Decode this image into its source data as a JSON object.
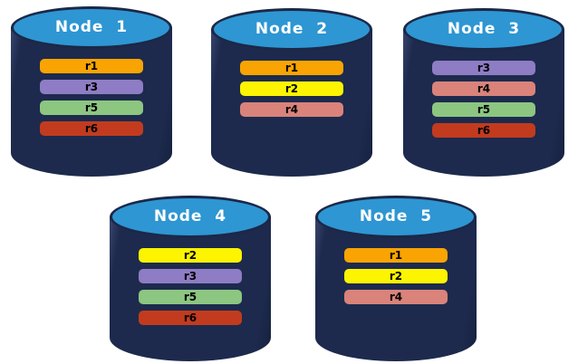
{
  "diagram": {
    "background": "#ffffff",
    "colors": {
      "cylinder_body": "#1D2A4D",
      "cylinder_body_highlight": "#3A466F",
      "cylinder_body_shadow": "#15213E",
      "cylinder_top_fill": "#2E96D3",
      "cylinder_outline": "#1B2847",
      "node_label_color": "#FFFFFF",
      "replica_label_color": "#000000"
    },
    "replica_colors": {
      "r1": "#F9A402",
      "r2": "#FCF400",
      "r3": "#8E7CC4",
      "r4": "#D9837B",
      "r5": "#8CC681",
      "r6": "#C23B1E"
    },
    "nodes": [
      {
        "label": "Node  1",
        "replicas": [
          "r1",
          "r3",
          "r5",
          "r6"
        ]
      },
      {
        "label": "Node  2",
        "replicas": [
          "r1",
          "r2",
          "r4"
        ]
      },
      {
        "label": "Node  3",
        "replicas": [
          "r3",
          "r4",
          "r5",
          "r6"
        ]
      },
      {
        "label": "Node  4",
        "replicas": [
          "r2",
          "r3",
          "r5",
          "r6"
        ]
      },
      {
        "label": "Node  5",
        "replicas": [
          "r1",
          "r2",
          "r4"
        ]
      }
    ]
  }
}
